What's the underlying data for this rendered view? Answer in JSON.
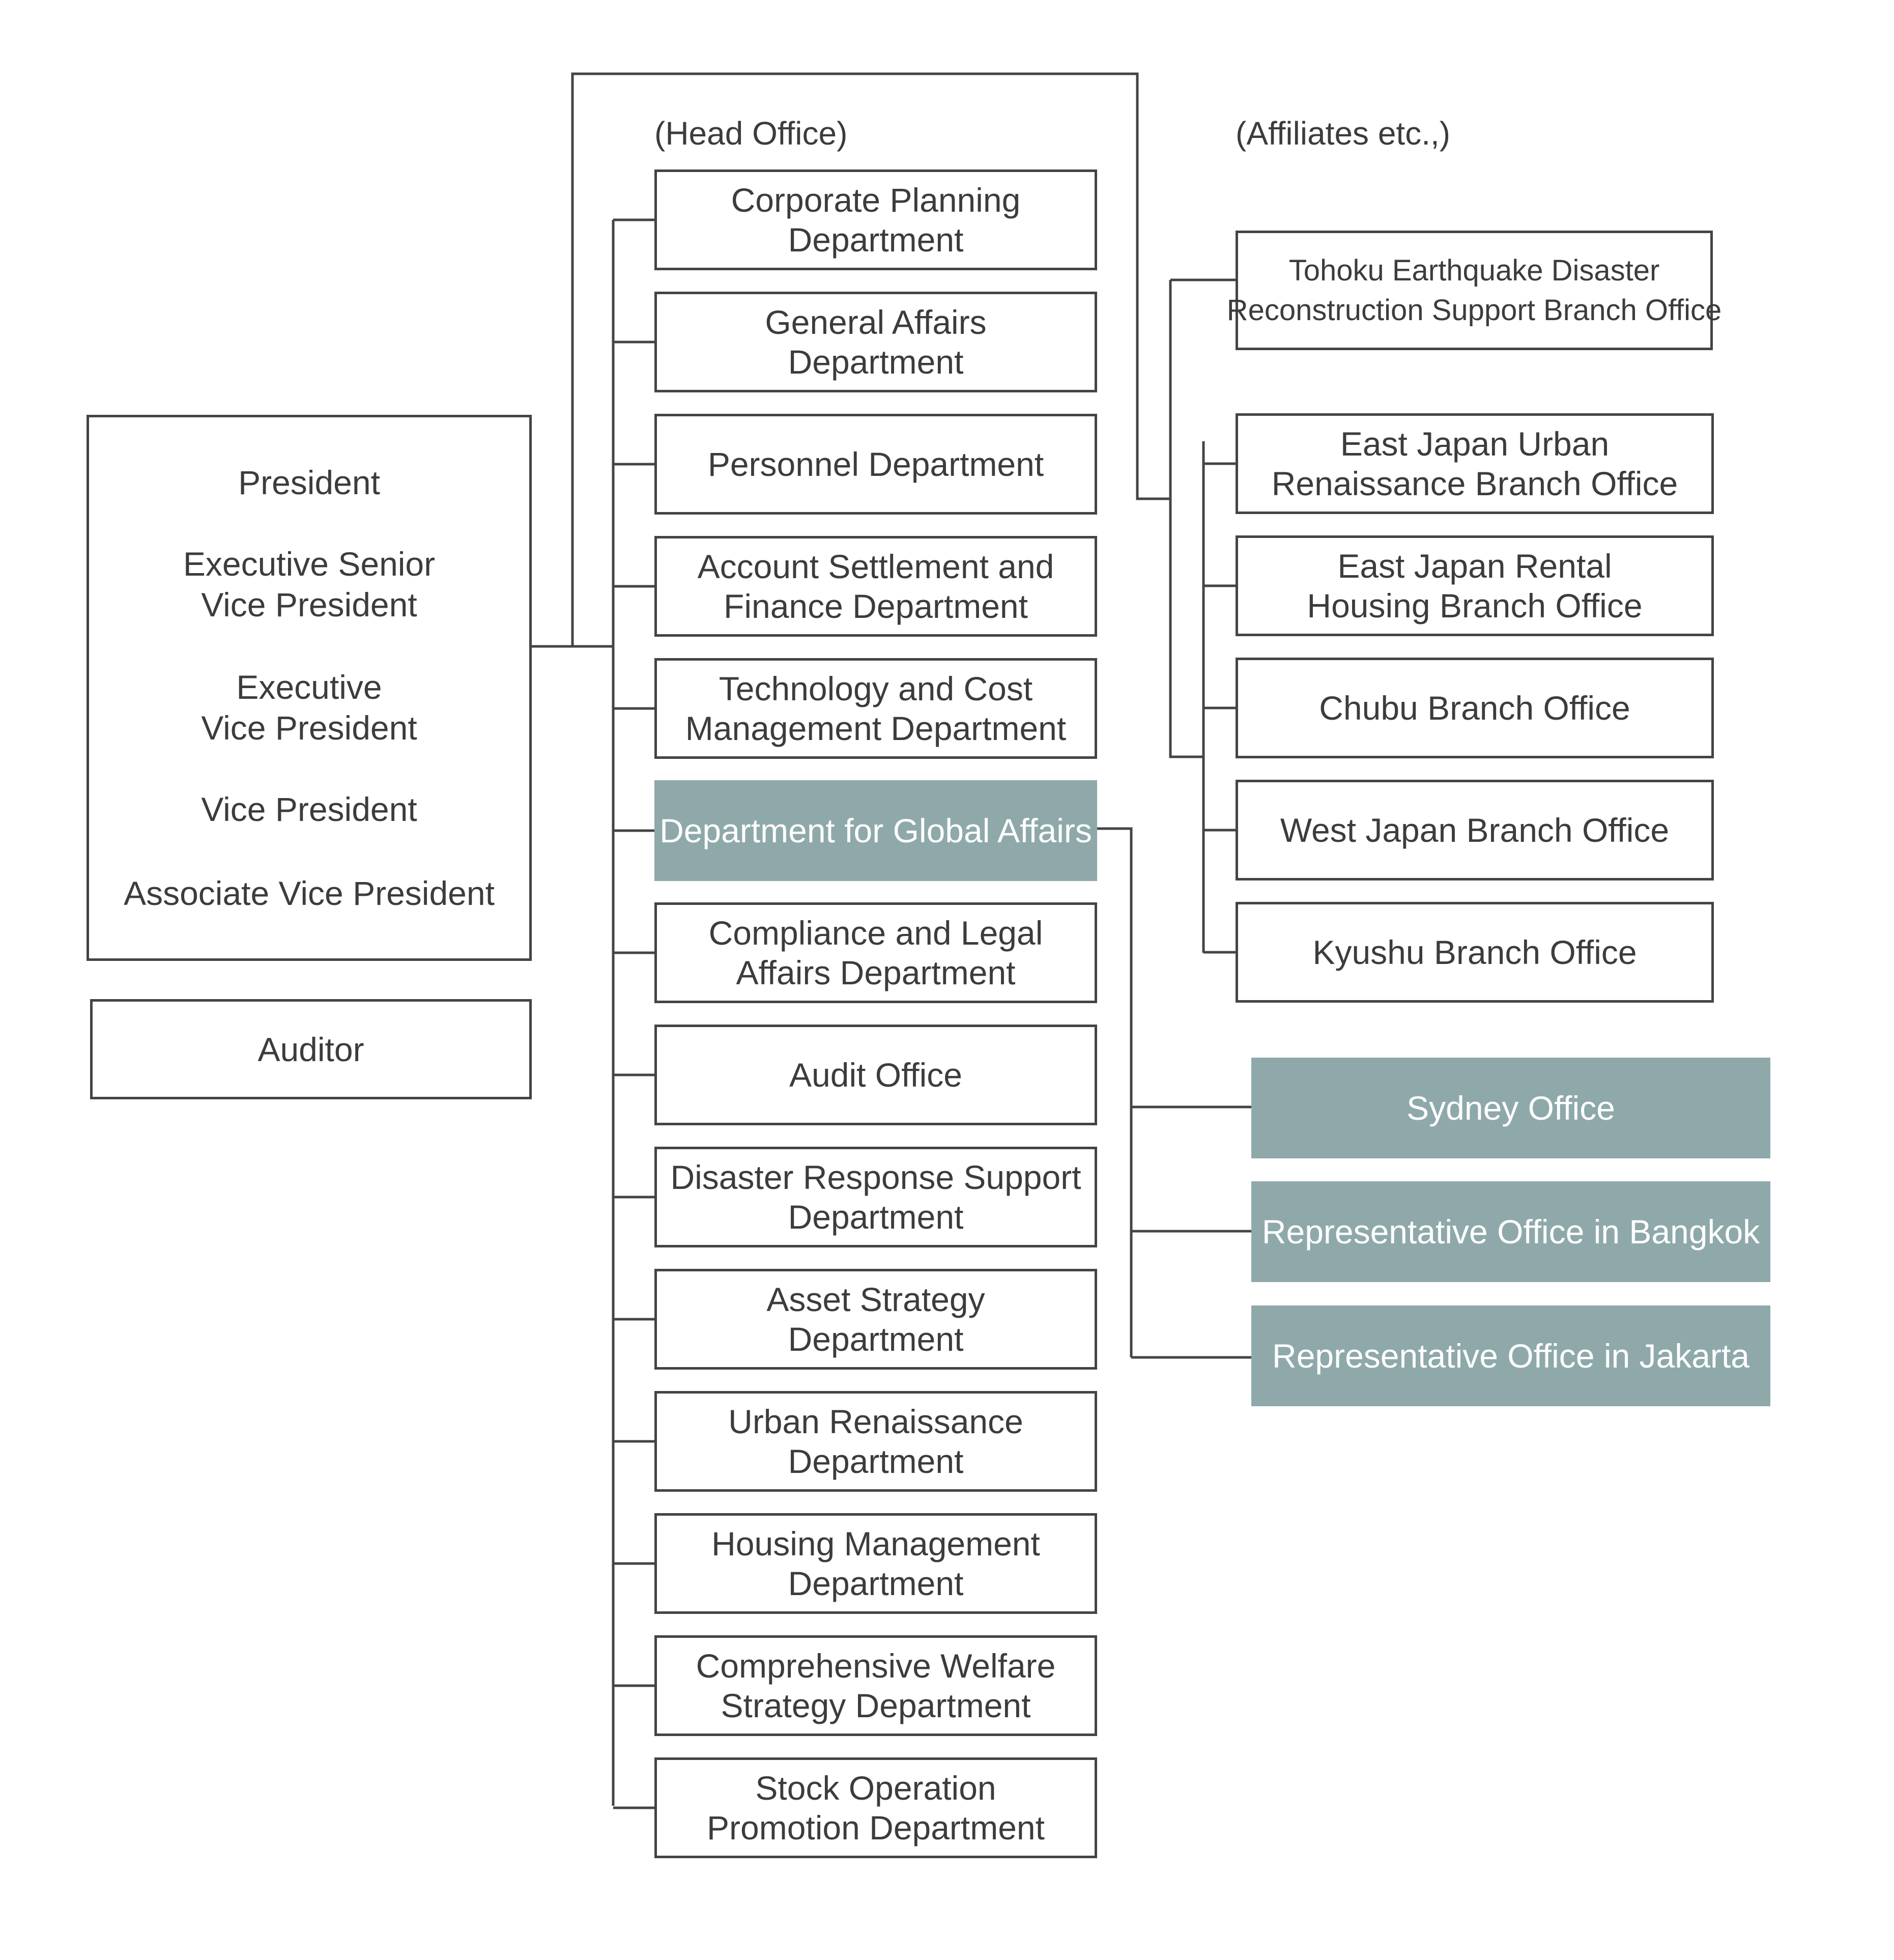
{
  "labels": {
    "head_office": "(Head Office)",
    "affiliates": "(Affiliates etc.,)"
  },
  "executives": {
    "president": "President",
    "executive_senior_vice_president": [
      "Executive Senior",
      "Vice President"
    ],
    "executive_vice_president": [
      "Executive",
      "Vice President"
    ],
    "vice_president": "Vice President",
    "associate_vice_president": "Associate Vice President"
  },
  "auditor": "Auditor",
  "head_office_departments": [
    {
      "lines": [
        "Corporate Planning",
        "Department"
      ]
    },
    {
      "lines": [
        "General Affairs",
        "Department"
      ]
    },
    {
      "lines": [
        "Personnel Department"
      ]
    },
    {
      "lines": [
        "Account Settlement and",
        "Finance Department"
      ]
    },
    {
      "lines": [
        "Technology and Cost",
        "Management Department"
      ]
    },
    {
      "lines": [
        "Department for Global Affairs"
      ],
      "highlight": true
    },
    {
      "lines": [
        "Compliance and Legal",
        "Affairs Department"
      ]
    },
    {
      "lines": [
        "Audit Office"
      ]
    },
    {
      "lines": [
        "Disaster Response Support",
        "Department"
      ]
    },
    {
      "lines": [
        "Asset Strategy",
        "Department"
      ]
    },
    {
      "lines": [
        "Urban Renaissance",
        "Department"
      ]
    },
    {
      "lines": [
        "Housing Management",
        "Department"
      ]
    },
    {
      "lines": [
        "Comprehensive Welfare",
        "Strategy Department"
      ]
    },
    {
      "lines": [
        "Stock Operation",
        "Promotion Department"
      ]
    }
  ],
  "branch_offices": [
    {
      "lines": [
        "Tohoku Earthquake Disaster",
        "Reconstruction Support Branch Office"
      ]
    },
    {
      "lines": [
        "East Japan Urban",
        "Renaissance Branch Office"
      ]
    },
    {
      "lines": [
        "East Japan Rental",
        "Housing Branch Office"
      ]
    },
    {
      "lines": [
        "Chubu Branch Office"
      ]
    },
    {
      "lines": [
        "West Japan Branch Office"
      ]
    },
    {
      "lines": [
        "Kyushu Branch Office"
      ]
    }
  ],
  "global_offices": [
    {
      "lines": [
        "Sydney Office"
      ]
    },
    {
      "lines": [
        "Representative Office in Bangkok"
      ]
    },
    {
      "lines": [
        "Representative Office in Jakarta"
      ]
    }
  ],
  "colors": {
    "line": "#444444",
    "highlight_fill": "#8fa9aa",
    "highlight_text": "#ffffff",
    "text": "#3c3c3c"
  }
}
